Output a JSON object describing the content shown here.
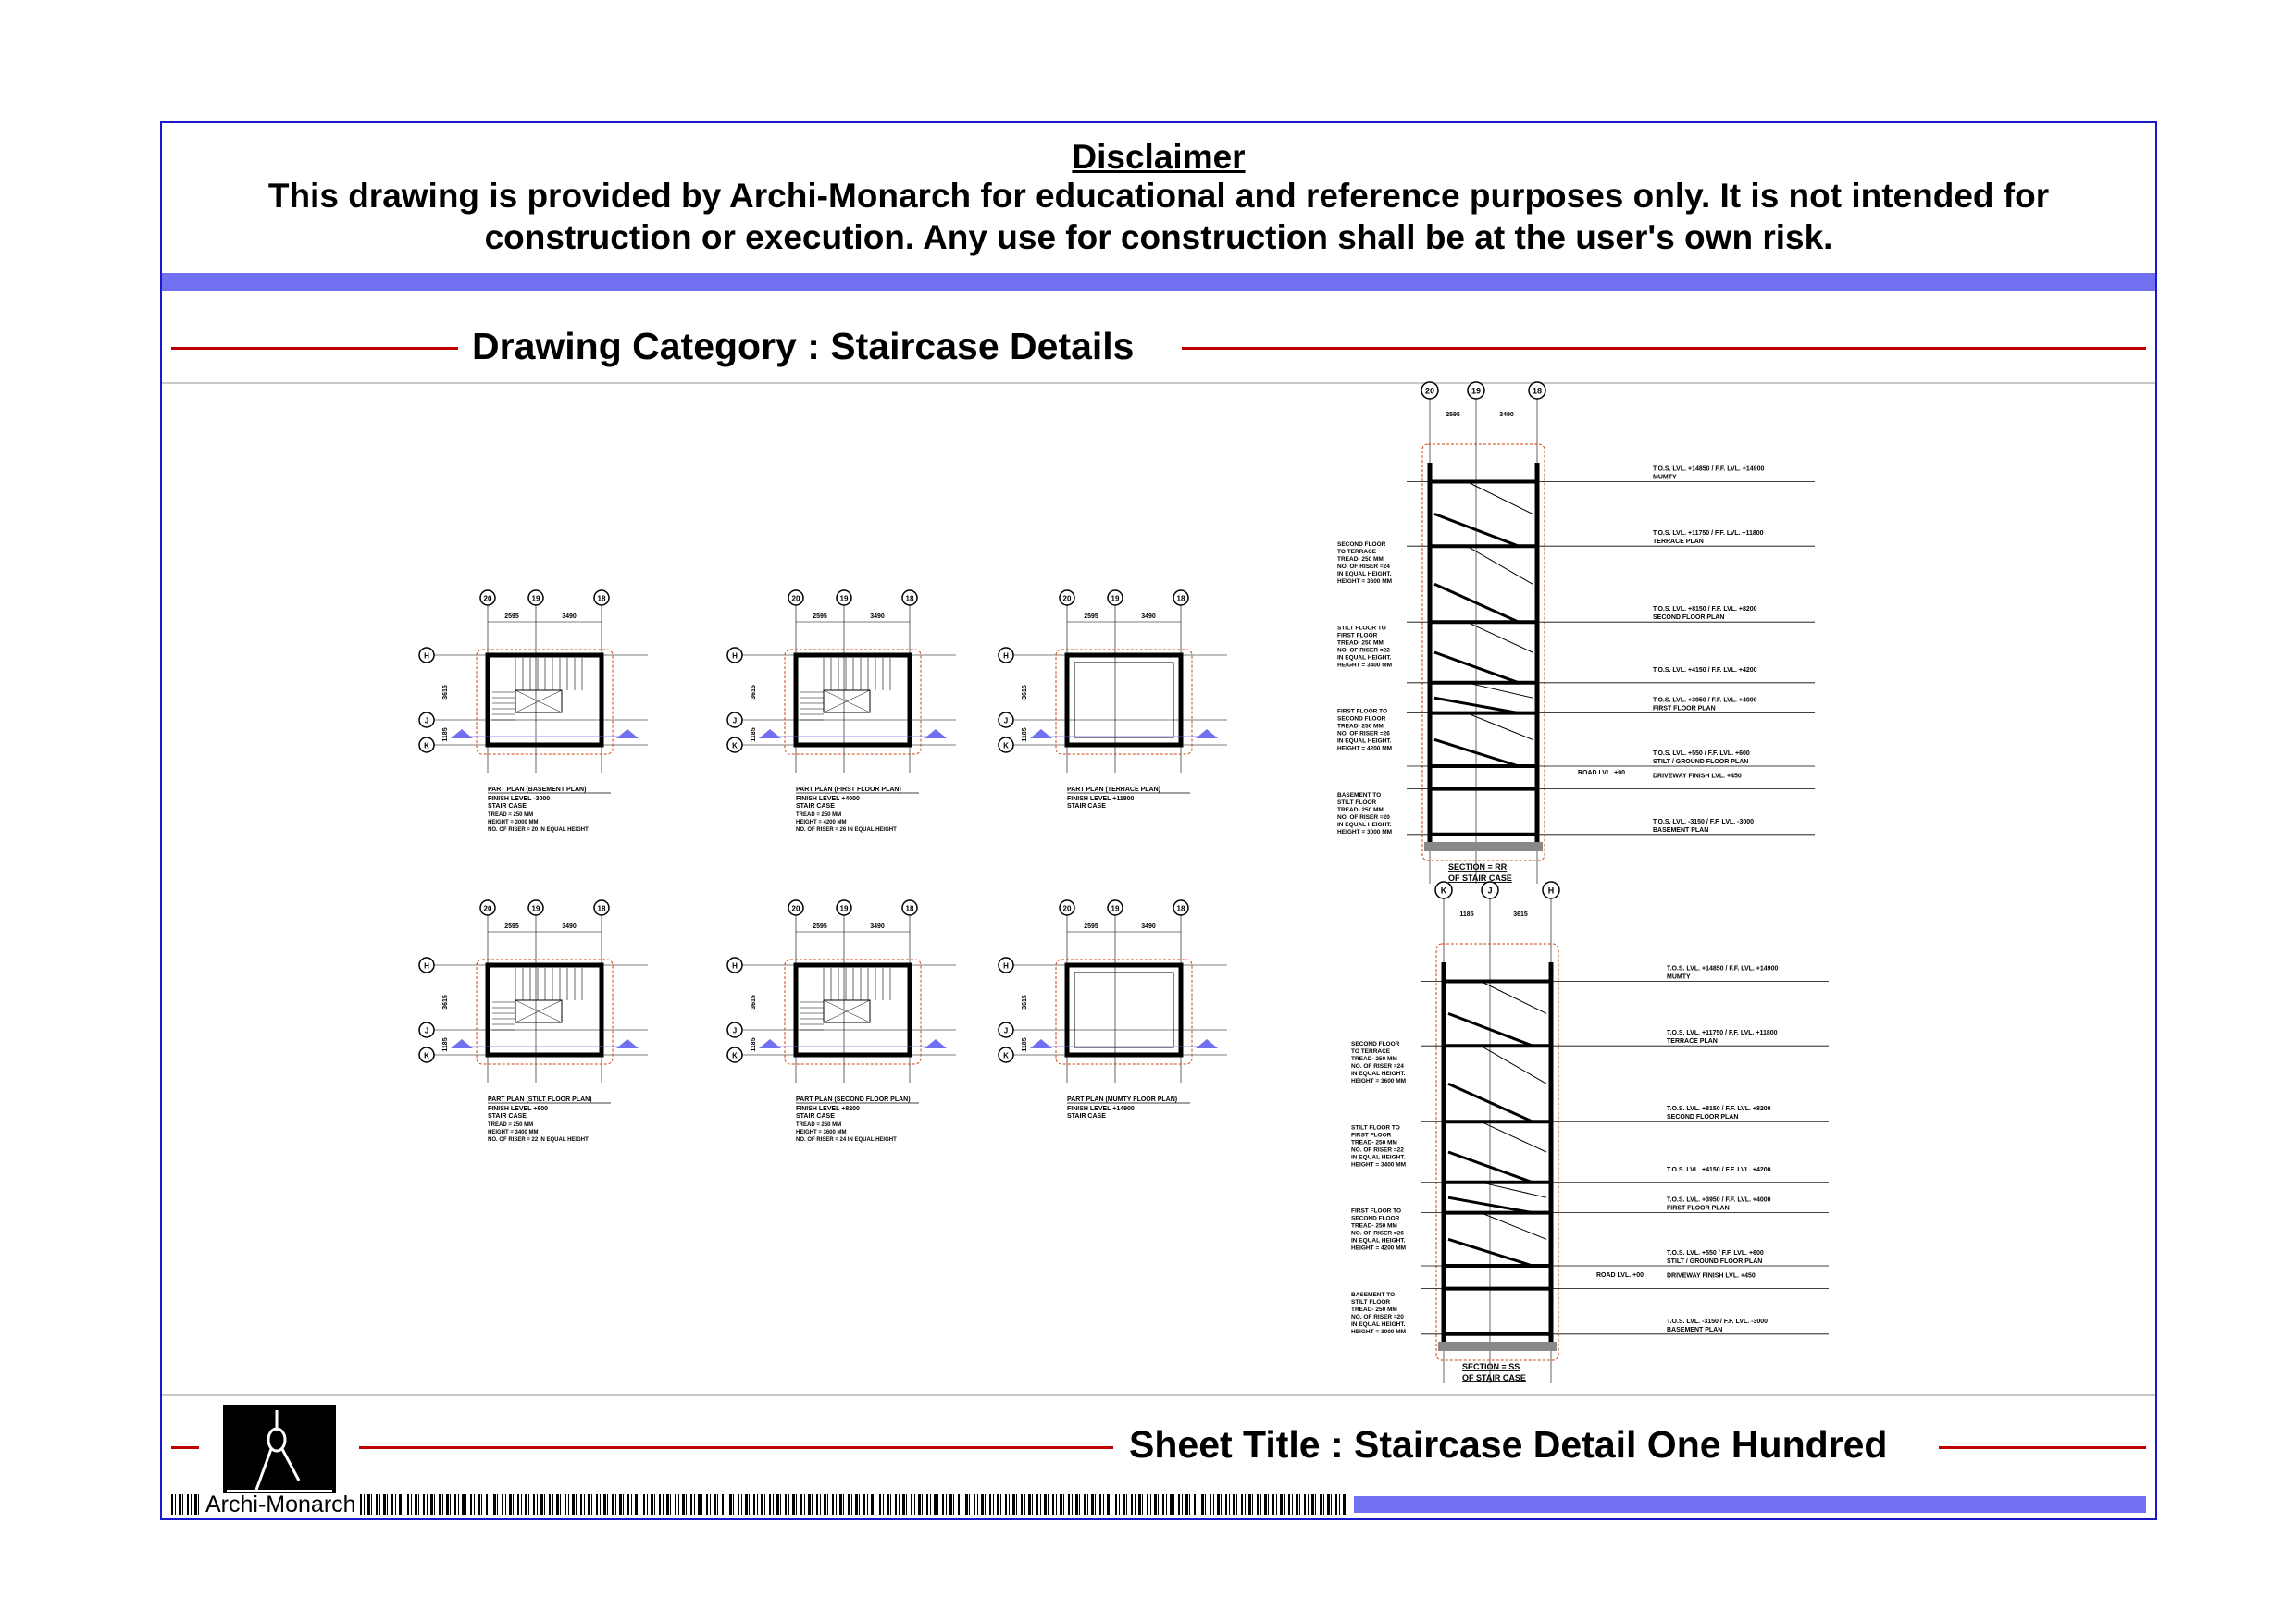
{
  "disclaimer": {
    "title": "Disclaimer",
    "text": "This drawing is provided by Archi-Monarch for educational and reference purposes only. It is not intended for construction or execution. Any use for construction shall be at the user's own risk."
  },
  "category": {
    "title": "Drawing Category : Staircase Details"
  },
  "sheet": {
    "title": "Sheet Title : Staircase Detail One Hundred"
  },
  "brand": {
    "name": "Archi-Monarch"
  },
  "colors": {
    "frame": "#1a1acc",
    "band": "#7070f0",
    "accent_line": "#c00000",
    "cloud": "#d04010"
  },
  "grid": {
    "cols": [
      "20",
      "19",
      "18"
    ],
    "rows": [
      "H",
      "J",
      "K"
    ],
    "col_dims": [
      "2595",
      "3490"
    ],
    "row_dims": [
      "3615",
      "1185"
    ]
  },
  "plans": [
    {
      "title": "PART PLAN (BASEMENT PLAN)",
      "level": "FINISH LEVEL -3000",
      "sub": "STAIR CASE",
      "notes": [
        "TREAD      = 250 MM",
        "HEIGHT     = 3000 MM",
        "NO. OF RISER  = 20 IN EQUAL HEIGHT"
      ]
    },
    {
      "title": "PART PLAN (FIRST FLOOR PLAN)",
      "level": "FINISH LEVEL +4000",
      "sub": "STAIR CASE",
      "notes": [
        "TREAD      = 250 MM",
        "HEIGHT     = 4200 MM",
        "NO. OF RISER  = 26 IN EQUAL HEIGHT"
      ]
    },
    {
      "title": "PART PLAN (TERRACE PLAN)",
      "level": "FINISH LEVEL +11800",
      "sub": "STAIR CASE",
      "notes": []
    },
    {
      "title": "PART PLAN (STILT FLOOR PLAN)",
      "level": "FINISH LEVEL +600",
      "sub": "STAIR CASE",
      "notes": [
        "TREAD      = 250 MM",
        "HEIGHT     = 3400 MM",
        "NO. OF RISER  = 22 IN EQUAL HEIGHT"
      ]
    },
    {
      "title": "PART PLAN (SECOND FLOOR PLAN)",
      "level": "FINISH LEVEL +8200",
      "sub": "STAIR CASE",
      "notes": [
        "TREAD      = 250 MM",
        "HEIGHT     = 3600 MM",
        "NO. OF RISER  = 24 IN EQUAL HEIGHT"
      ]
    },
    {
      "title": "PART PLAN (MUMTY FLOOR PLAN)",
      "level": "FINISH LEVEL +14900",
      "sub": "STAIR CASE",
      "notes": []
    }
  ],
  "sections": [
    {
      "title": "SECTION = RR",
      "sub": "OF STAIR CASE",
      "grid": [
        "20",
        "19",
        "18"
      ],
      "dims": [
        "2595",
        "3490"
      ]
    },
    {
      "title": "SECTION = SS",
      "sub": "OF STAIR CASE",
      "grid": [
        "K",
        "J",
        "H"
      ],
      "dims": [
        "1185",
        "3615"
      ]
    }
  ],
  "levels": [
    {
      "tos": "T.O.S. LVL. +14850 / F.F. LVL. +14900",
      "name": "MUMTY"
    },
    {
      "tos": "T.O.S. LVL. +11750 / F.F. LVL. +11800",
      "name": "TERRACE PLAN"
    },
    {
      "tos": "T.O.S. LVL. +8150 / F.F. LVL. +8200",
      "name": "SECOND FLOOR PLAN"
    },
    {
      "tos": "T.O.S. LVL. +4150 / F.F. LVL. +4200",
      "name": ""
    },
    {
      "tos": "T.O.S. LVL. +3950 / F.F. LVL. +4000",
      "name": "FIRST FLOOR PLAN"
    },
    {
      "tos": "T.O.S. LVL. +550 / F.F. LVL. +600",
      "name": "STILT / GROUND FLOOR PLAN"
    },
    {
      "tos": "DRIVEWAY FINISH LVL. +450",
      "name": ""
    },
    {
      "tos": "T.O.S. LVL. -3150 / F.F. LVL. -3000",
      "name": "BASEMENT PLAN"
    }
  ],
  "road_level": "ROAD LVL. +00",
  "flight_notes": [
    [
      "SECOND FLOOR",
      "TO TERRACE",
      "TREAD- 250 MM",
      "NO. OF RISER =24",
      "IN EQUAL HEIGHT.",
      "HEIGHT = 3600 MM"
    ],
    [
      "STILT FLOOR TO",
      "FIRST FLOOR",
      "TREAD- 250 MM",
      "NO. OF RISER =22",
      "IN EQUAL HEIGHT.",
      "HEIGHT = 3400 MM"
    ],
    [
      "FIRST FLOOR TO",
      "SECOND FLOOR",
      "TREAD- 250 MM",
      "NO. OF RISER =26",
      "IN EQUAL HEIGHT.",
      "HEIGHT = 4200 MM"
    ],
    [
      "BASEMENT TO",
      "STILT FLOOR",
      "TREAD- 250 MM",
      "NO. OF RISER =20",
      "IN EQUAL HEIGHT.",
      "HEIGHT = 3000 MM"
    ]
  ]
}
